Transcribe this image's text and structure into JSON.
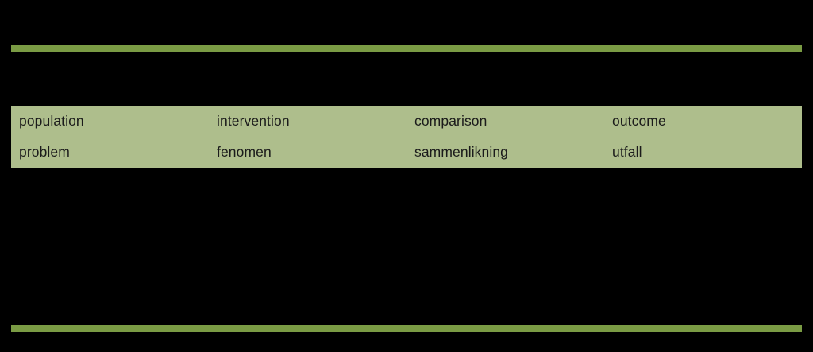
{
  "colors": {
    "page_background": "#000000",
    "accent_bar_color": "#7a9b44",
    "table_fill_color": "#aebe8c",
    "text_color": "#1b1b1b"
  },
  "table": {
    "rows": [
      {
        "cells": [
          "population",
          "intervention",
          "comparison",
          "outcome"
        ]
      },
      {
        "cells": [
          "problem",
          "fenomen",
          "sammenlikning",
          "utfall"
        ]
      }
    ]
  }
}
